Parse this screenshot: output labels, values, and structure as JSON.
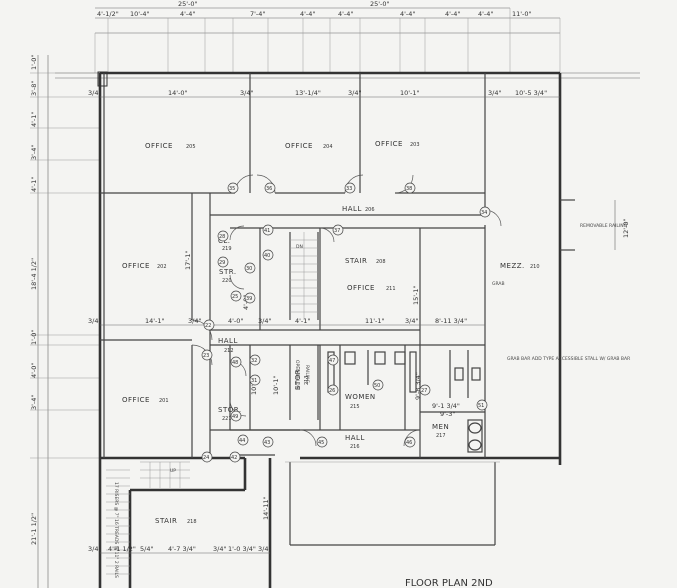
{
  "rooms": {
    "office_201": {
      "name": "OFFICE",
      "num": "201"
    },
    "office_202": {
      "name": "OFFICE",
      "num": "202"
    },
    "office_203": {
      "name": "OFFICE",
      "num": "203"
    },
    "office_204": {
      "name": "OFFICE",
      "num": "204"
    },
    "office_205": {
      "name": "OFFICE",
      "num": "205"
    },
    "office_211": {
      "name": "OFFICE",
      "num": "211"
    },
    "hall_206": {
      "name": "HALL",
      "num": "206"
    },
    "stair_208": {
      "name": "STAIR",
      "num": "208"
    },
    "mezz_210": {
      "name": "MEZZ.",
      "num": "210"
    },
    "hall_212": {
      "name": "HALL",
      "num": "212"
    },
    "stor_213": {
      "name": "STOR.",
      "num": "213"
    },
    "women_215": {
      "name": "WOMEN",
      "num": "215"
    },
    "hall_216": {
      "name": "HALL",
      "num": "216"
    },
    "men_217": {
      "name": "MEN",
      "num": "217"
    },
    "stair_218": {
      "name": "STAIR",
      "num": "218"
    },
    "cl_219": {
      "name": "CL.",
      "num": "219"
    },
    "str_220": {
      "name": "STR.",
      "num": "220"
    },
    "stor_221": {
      "name": "STOR.",
      "num": "221"
    }
  },
  "dimensions": {
    "top_overall_left": "25'-0\"",
    "top_overall_right": "25'-0\"",
    "top_right": "11'-0\"",
    "top_row": [
      "4'-1/2\"",
      "10'-4\"",
      "4'-4\"",
      "7'-4\"",
      "4'-4\"",
      "4'-4\"",
      "4'-4\"",
      "4'-4\"",
      "4'-4\""
    ],
    "row1": [
      "3/4\"",
      "14'-0\"",
      "3/4\"",
      "13'-1/4\"",
      "3/4\"",
      "10'-1\"",
      "3/4\"",
      "10'-5 3/4\""
    ],
    "row2": [
      "3/4\"",
      "14'-1\"",
      "3/4\"",
      "4'-0\"",
      "3/4\"",
      "4'-1\"",
      "11'-1\"",
      "3/4\"",
      "8'-11 3/4\""
    ],
    "row3": [
      "3/4\"",
      "4'-1 1/2\"",
      "5/4\"",
      "4'-7 3/4\"",
      "3/4\"",
      "1'-0 3/4\"",
      "3/4\""
    ],
    "left": [
      "1'-0\"",
      "3'-8\"",
      "4'-1\"",
      "3'-4\"",
      "4'-1\"",
      "18'-4 1/2\"",
      "1'-0\"",
      "4'-0\"",
      "3'-4\"",
      "21'-1 1/2\""
    ],
    "mid": [
      "17'-1\"",
      "15'-1\"",
      "10'-1\"",
      "10'-1\"",
      "4'-0\"",
      "14'-11\""
    ],
    "right": [
      "12'-0\""
    ],
    "women": [
      "9'-8 3/4\""
    ],
    "men": [
      "9'-1 3/4\"",
      "9'-3\""
    ]
  },
  "notes": {
    "open_below": "OPEN BELOW",
    "dn": "DN",
    "up": "UP",
    "railing": "RAILING",
    "removable": "REMOVABLE RAILING",
    "grab_bar": "GRAB BAR ADD TYPE ACCESSIBLE STALL W/ GRAB BAR",
    "hall_note": "GRAB",
    "stair_run": "17 RISERS @ 7\" 16 TREADS @ 11\" 2 RAILS"
  },
  "door_tags": [
    "35",
    "36",
    "37",
    "33",
    "38",
    "34",
    "41",
    "40",
    "39",
    "22",
    "23",
    "24",
    "42",
    "43",
    "44",
    "45",
    "46",
    "47",
    "26",
    "27",
    "28",
    "29",
    "30",
    "25",
    "31",
    "32",
    "48",
    "49",
    "50",
    "51"
  ],
  "sheet_title": "FLOOR PLAN 2ND"
}
